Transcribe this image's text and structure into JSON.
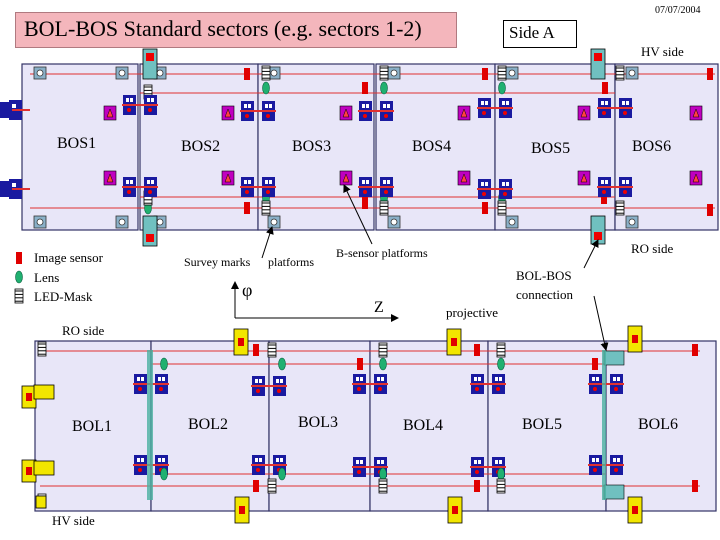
{
  "header": {
    "date": "07/07/2004",
    "title": "BOL-BOS Standard sectors (e.g. sectors 1-2)",
    "side": "Side A"
  },
  "bos_row": {
    "chambers": [
      "BOS1",
      "BOS2",
      "BOS3",
      "BOS4",
      "BOS5",
      "BOS6"
    ],
    "hv_label": "HV side",
    "ro_label": "RO side"
  },
  "bol_row": {
    "chambers": [
      "BOL1",
      "BOL2",
      "BOL3",
      "BOL4",
      "BOL5",
      "BOL6"
    ],
    "ro_label": "RO side",
    "hv_label": "HV side"
  },
  "legend": {
    "image_sensor": "Image sensor",
    "lens": "Lens",
    "led_mask": "LED-Mask"
  },
  "annotations": {
    "survey_marks": "Survey marks",
    "platforms": "platforms",
    "b_sensor": "B-sensor platforms",
    "bol_bos_1": "BOL-BOS",
    "bol_bos_2": "connection",
    "projective": "projective"
  },
  "axes": {
    "phi": "φ",
    "z": "Z"
  },
  "colors": {
    "title_bg": "#f4b6bc",
    "chamber_fill": "#e8e6f8",
    "chamber_border": "#333366",
    "alignment_line": "#e03030",
    "image_sensor": "#e00000",
    "lens": "#20b070",
    "bsensor": "#c000c0",
    "platform_blue": "#1a1aa0",
    "survey": "#8ab0c8",
    "projective_yellow": "#f2e600",
    "connector": "#70c0c0"
  }
}
